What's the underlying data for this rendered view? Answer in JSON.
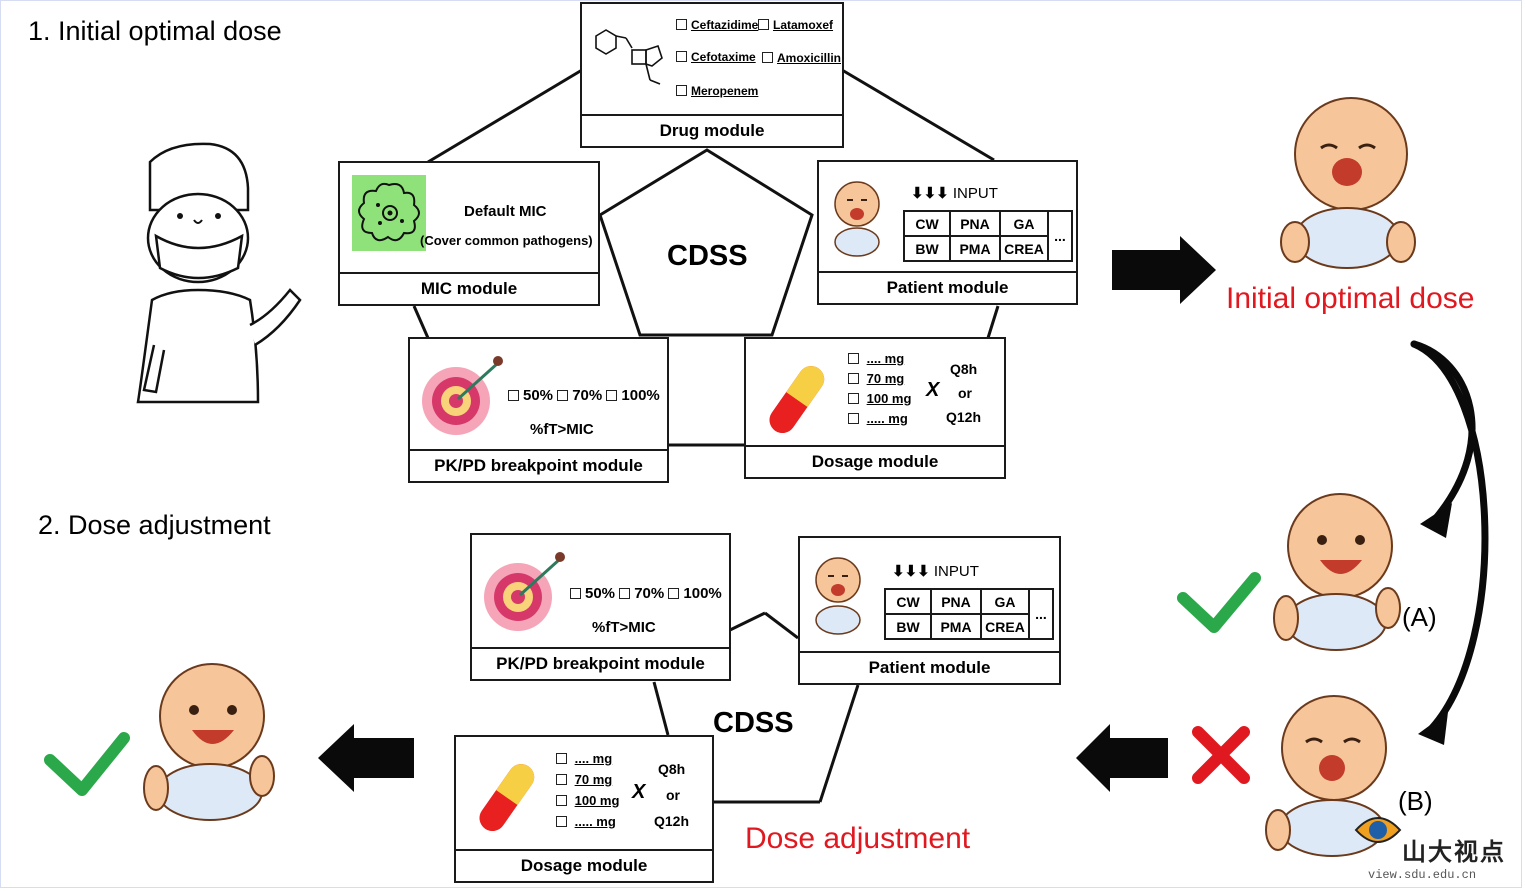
{
  "sections": {
    "initial_title": "1. Initial optimal dose",
    "adjust_title": "2. Dose adjustment"
  },
  "cdss_label": "CDSS",
  "drug_module": {
    "label": "Drug module",
    "drugs": [
      "Ceftazidime",
      "Latamoxef",
      "Cefotaxime",
      "Amoxicillin",
      "Meropenem"
    ]
  },
  "mic_module": {
    "label": "MIC module",
    "default": "Default MIC",
    "note": "(Cover common pathogens)"
  },
  "patient_module": {
    "label": "Patient module",
    "input": "INPUT",
    "row1": [
      "CW",
      "PNA",
      "GA"
    ],
    "row2": [
      "BW",
      "PMA",
      "CREA"
    ],
    "more": "..."
  },
  "pkpd_module": {
    "label": "PK/PD breakpoint module",
    "opts": [
      "50%",
      "70%",
      "100%"
    ],
    "metric": "%fT>MIC"
  },
  "dosage_module": {
    "label": "Dosage module",
    "doses": [
      ".... mg",
      "70 mg",
      "100 mg",
      "..... mg"
    ],
    "times": "X",
    "q1": "Q8h",
    "or": "or",
    "q2": "Q12h"
  },
  "outcomes": {
    "initial_dose": "Initial optimal dose",
    "dose_adjustment": "Dose adjustment",
    "label_a": "(A)",
    "label_b": "(B)"
  },
  "watermark": {
    "cn": "山大视点",
    "url": "view.sdu.edu.cn"
  },
  "colors": {
    "red": "#e0181f",
    "green": "#2aa84a",
    "black": "#111111",
    "mic_green": "#8fe27a"
  }
}
